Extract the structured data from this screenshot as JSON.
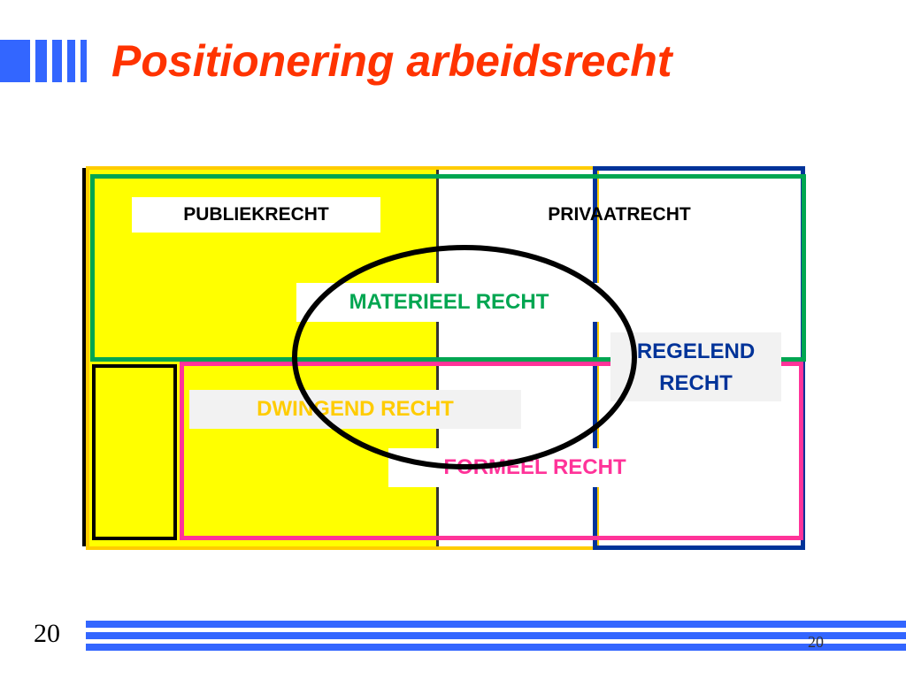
{
  "slide": {
    "title": "Positionering arbeidsrecht",
    "page_number": "20",
    "page_number_small": "20"
  },
  "diagram": {
    "publiekrecht": "PUBLIEKRECHT",
    "privaatrecht": "PRIVAATRECHT",
    "materieel": "MATERIEEL RECHT",
    "regelend_line1": "REGELEND",
    "regelend_line2": "RECHT",
    "dwingend": "DWINGEND RECHT",
    "formeel": "FORMEEL RECHT"
  },
  "colors": {
    "title": "#ff3300",
    "accent_blue": "#3366ff",
    "yellow_fill": "#ffff00",
    "orange_border": "#ffcc00",
    "green": "#00a651",
    "navy": "#003399",
    "pink": "#ff3399",
    "dwingend_text": "#ffcc00",
    "label_bg": "#f2f2f2"
  }
}
